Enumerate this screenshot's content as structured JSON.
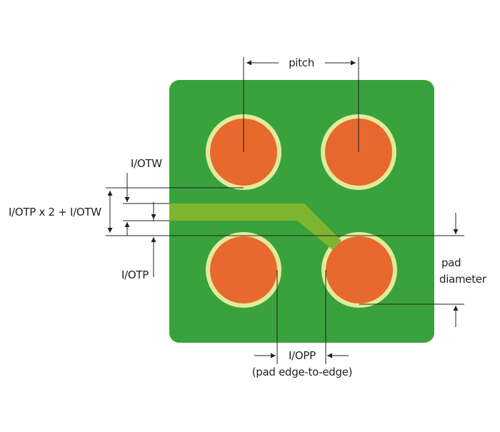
{
  "labels": {
    "pitch": "pitch",
    "iotw": "I/OTW",
    "iotp_x2_iotw": "I/OTP x 2 + I/OTW",
    "iotp": "I/OTP",
    "pad_line1": "pad",
    "pad_line2": "diameter",
    "iopp_line1": "I/OPP",
    "iopp_line2": "(pad edge-to-edge)"
  },
  "colors": {
    "board": "#3aa23c",
    "pad": "#e8692d",
    "pad_ring": "#e2eb9b",
    "trace": "#7db52f",
    "dimension_line": "#231f20"
  }
}
